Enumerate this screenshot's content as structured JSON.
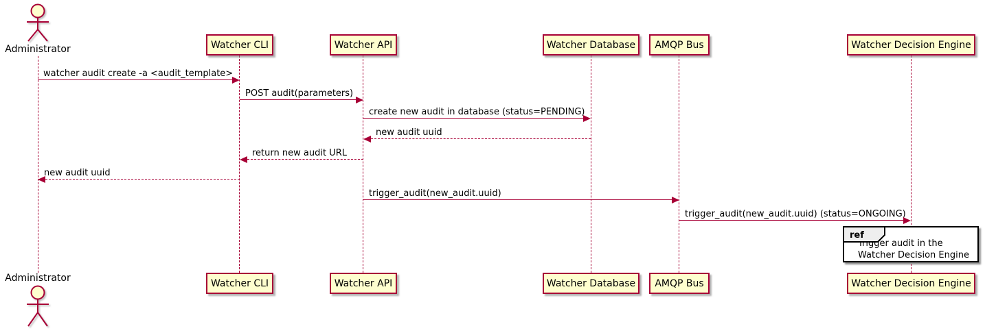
{
  "diagram": {
    "type": "sequence",
    "actor": {
      "label": "Administrator"
    },
    "participants": [
      {
        "id": "watcher-cli",
        "label": "Watcher CLI"
      },
      {
        "id": "watcher-api",
        "label": "Watcher API"
      },
      {
        "id": "watcher-database",
        "label": "Watcher Database"
      },
      {
        "id": "amqp-bus",
        "label": "AMQP Bus"
      },
      {
        "id": "watcher-decision-engine",
        "label": "Watcher Decision Engine"
      }
    ],
    "messages": [
      {
        "from": "Administrator",
        "to": "Watcher CLI",
        "line": "solid",
        "label": "watcher audit create -a <audit_template>"
      },
      {
        "from": "Watcher CLI",
        "to": "Watcher API",
        "line": "solid",
        "label": "POST audit(parameters)"
      },
      {
        "from": "Watcher API",
        "to": "Watcher Database",
        "line": "solid",
        "label": "create new audit in database (status=PENDING)"
      },
      {
        "from": "Watcher Database",
        "to": "Watcher API",
        "line": "dashed",
        "label": "new audit uuid"
      },
      {
        "from": "Watcher API",
        "to": "Watcher CLI",
        "line": "dashed",
        "label": "return new audit URL"
      },
      {
        "from": "Watcher CLI",
        "to": "Administrator",
        "line": "dashed",
        "label": "new audit uuid"
      },
      {
        "from": "Watcher API",
        "to": "AMQP Bus",
        "line": "solid",
        "label": "trigger_audit(new_audit.uuid)"
      },
      {
        "from": "AMQP Bus",
        "to": "Watcher Decision Engine",
        "line": "solid",
        "label": "trigger_audit(new_audit.uuid) (status=ONGOING)"
      }
    ],
    "ref": {
      "tag": "ref",
      "line1": "Trigger audit in the",
      "line2": "Watcher Decision Engine"
    },
    "colors": {
      "participant_fill": "#FEFECE",
      "participant_border": "#A80036",
      "line_color": "#A80036",
      "ref_border": "#000000",
      "ref_tag_fill": "#EEEEEE",
      "background": "#FFFFFF"
    }
  }
}
